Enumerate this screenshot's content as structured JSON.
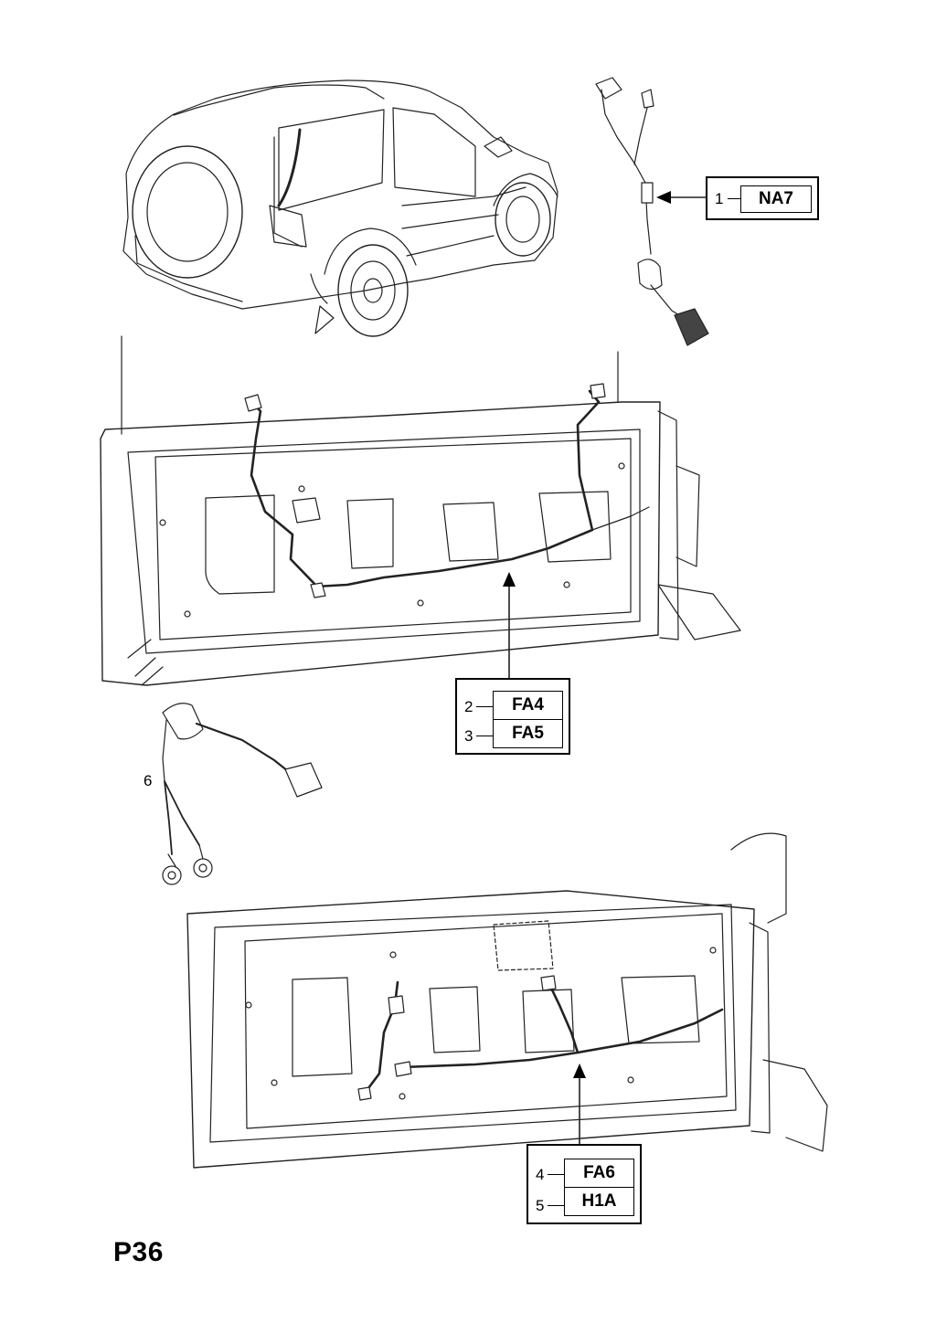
{
  "page_id": "P36",
  "callouts": {
    "c1": {
      "items": [
        {
          "index": "1",
          "code": "NA7"
        }
      ]
    },
    "c2": {
      "items": [
        {
          "index": "2",
          "code": "FA4"
        },
        {
          "index": "3",
          "code": "FA5"
        }
      ]
    },
    "c3": {
      "items": [
        {
          "index": "4",
          "code": "FA6"
        },
        {
          "index": "5",
          "code": "H1A"
        }
      ]
    }
  },
  "loose_labels": {
    "part6": "6"
  }
}
